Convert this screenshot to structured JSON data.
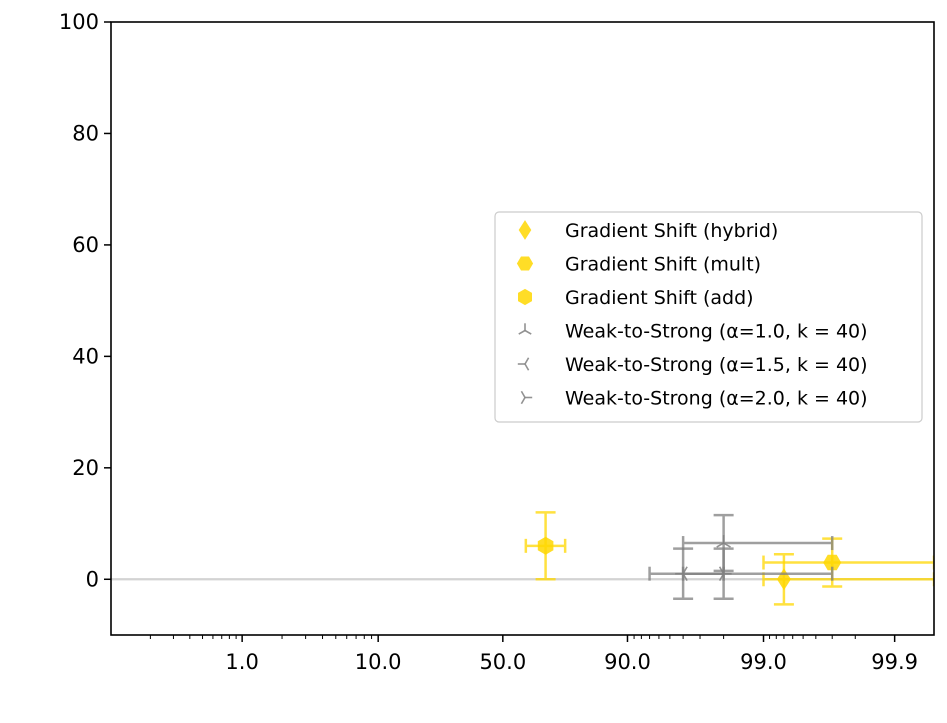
{
  "chart_data": {
    "type": "scatter",
    "title": "",
    "xlabel": "",
    "ylabel": "",
    "x_scale": "logit (percent)",
    "xlim": [
      0.1,
      99.95
    ],
    "ylim": [
      -10,
      100
    ],
    "x_ticks": [
      1.0,
      10.0,
      50.0,
      90.0,
      99.0,
      99.9
    ],
    "x_tick_labels": [
      "1.0",
      "10.0",
      "50.0",
      "90.0",
      "99.0",
      "99.9"
    ],
    "y_ticks": [
      0,
      20,
      40,
      60,
      80,
      100
    ],
    "y_tick_labels": [
      "0",
      "20",
      "40",
      "60",
      "80",
      "100"
    ],
    "reference_line": {
      "y": 0,
      "color": "#d3d3d3"
    },
    "legend_position": "center-right",
    "series": [
      {
        "name": "Gradient Shift (hybrid)",
        "color": "#ffd700",
        "marker": "diamond",
        "points": [
          {
            "x": 99.3,
            "y": 0,
            "x_err": [
              99.0,
              99.95
            ],
            "y_err": [
              -4.5,
              4.5
            ]
          }
        ]
      },
      {
        "name": "Gradient Shift (mult)",
        "color": "#ffd700",
        "marker": "hexagon-flat",
        "points": [
          {
            "x": 99.7,
            "y": 3,
            "x_err": [
              99.0,
              99.95
            ],
            "y_err": [
              -1.3,
              7.3
            ]
          }
        ]
      },
      {
        "name": "Gradient Shift (add)",
        "color": "#ffd700",
        "marker": "hexagon",
        "points": [
          {
            "x": 68,
            "y": 6,
            "x_err": [
              60,
              75
            ],
            "y_err": [
              0,
              12
            ]
          }
        ]
      },
      {
        "name": "Weak-to-Strong (α=1.0, k = 40)",
        "color": "#808080",
        "marker": "tri-up",
        "points": [
          {
            "x": 98.0,
            "y": 6.5,
            "x_err": [
              96.0,
              99.7
            ],
            "y_err": [
              1.5,
              11.5
            ]
          }
        ]
      },
      {
        "name": "Weak-to-Strong (α=1.5, k = 40)",
        "color": "#808080",
        "marker": "tri-left",
        "points": [
          {
            "x": 96.0,
            "y": 1,
            "x_err": [
              93.0,
              98.0
            ],
            "y_err": [
              -3.5,
              5.5
            ]
          }
        ]
      },
      {
        "name": "Weak-to-Strong (α=2.0, k = 40)",
        "color": "#808080",
        "marker": "tri-right",
        "points": [
          {
            "x": 98.0,
            "y": 1,
            "x_err": [
              96.0,
              99.7
            ],
            "y_err": [
              -3.5,
              5.5
            ]
          }
        ]
      }
    ]
  }
}
